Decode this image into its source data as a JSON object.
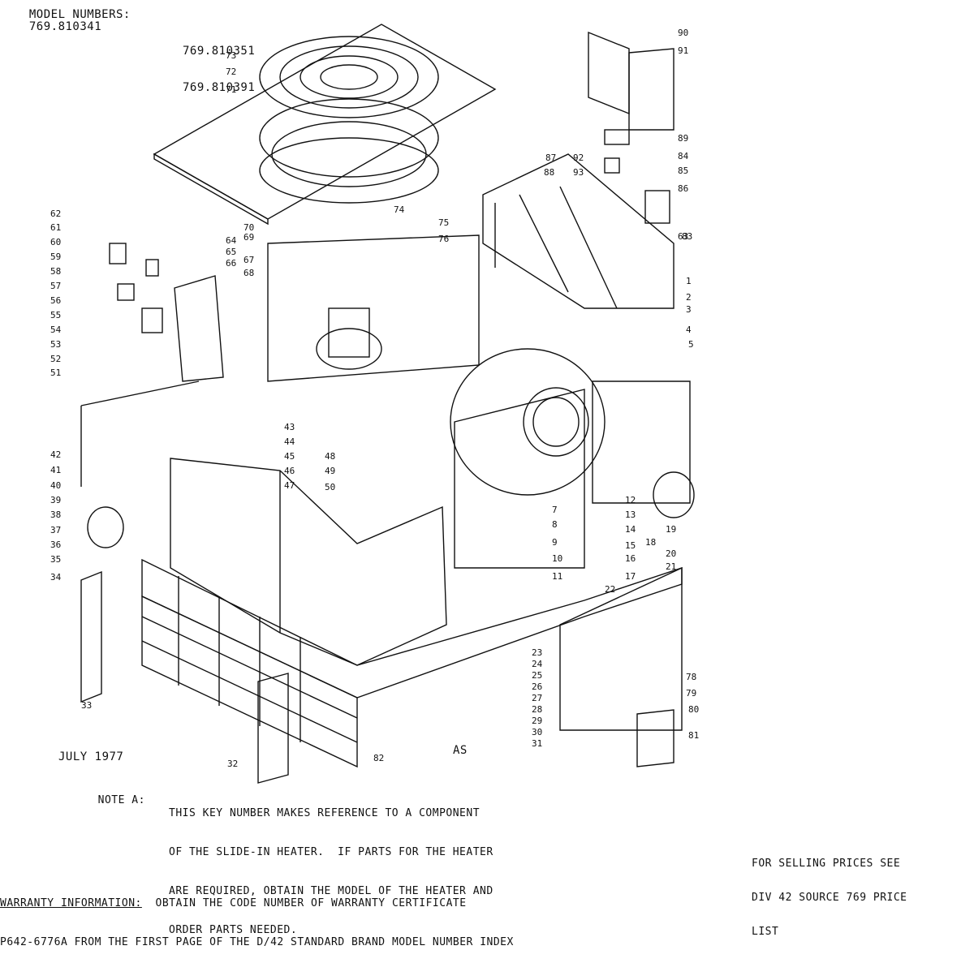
{
  "header": {
    "model_label": "MODEL NUMBERS:",
    "models": [
      "769.810341",
      "769.810351",
      "769.810391"
    ]
  },
  "diagram": {
    "callouts": [
      "1",
      "2",
      "3",
      "4",
      "5",
      "7",
      "8",
      "9",
      "10",
      "11",
      "12",
      "13",
      "14",
      "15",
      "16",
      "17",
      "18",
      "19",
      "20",
      "21",
      "22",
      "23",
      "24",
      "25",
      "26",
      "27",
      "28",
      "29",
      "30",
      "31",
      "32",
      "33",
      "34",
      "35",
      "36",
      "37",
      "38",
      "39",
      "40",
      "41",
      "42",
      "43",
      "44",
      "45",
      "46",
      "47",
      "48",
      "49",
      "50",
      "51",
      "52",
      "53",
      "54",
      "55",
      "56",
      "57",
      "58",
      "59",
      "60",
      "61",
      "62",
      "63",
      "64",
      "65",
      "66",
      "67",
      "68",
      "69",
      "70",
      "71",
      "72",
      "73",
      "74",
      "75",
      "76",
      "78",
      "79",
      "80",
      "81",
      "82",
      "83",
      "84",
      "85",
      "86",
      "87",
      "88",
      "89",
      "90",
      "91",
      "92",
      "93"
    ]
  },
  "date_label": "JULY 1977",
  "as_label": "AS",
  "note": {
    "label": "NOTE A:",
    "lines": [
      "THIS KEY NUMBER MAKES REFERENCE TO A COMPONENT",
      "OF THE SLIDE-IN HEATER.  IF PARTS FOR THE HEATER",
      "ARE REQUIRED, OBTAIN THE MODEL OF THE HEATER AND",
      "ORDER PARTS NEEDED."
    ]
  },
  "pricing": {
    "lines": [
      "FOR SELLING PRICES SEE",
      "DIV 42 SOURCE 769 PRICE",
      "LIST"
    ]
  },
  "warranty": {
    "heading": "WARRANTY INFORMATION:",
    "line1": "  OBTAIN THE CODE NUMBER OF WARRANTY CERTIFICATE",
    "line2": "P642-6776A FROM THE FIRST PAGE OF THE D/42 STANDARD BRAND MODEL NUMBER INDEX"
  }
}
